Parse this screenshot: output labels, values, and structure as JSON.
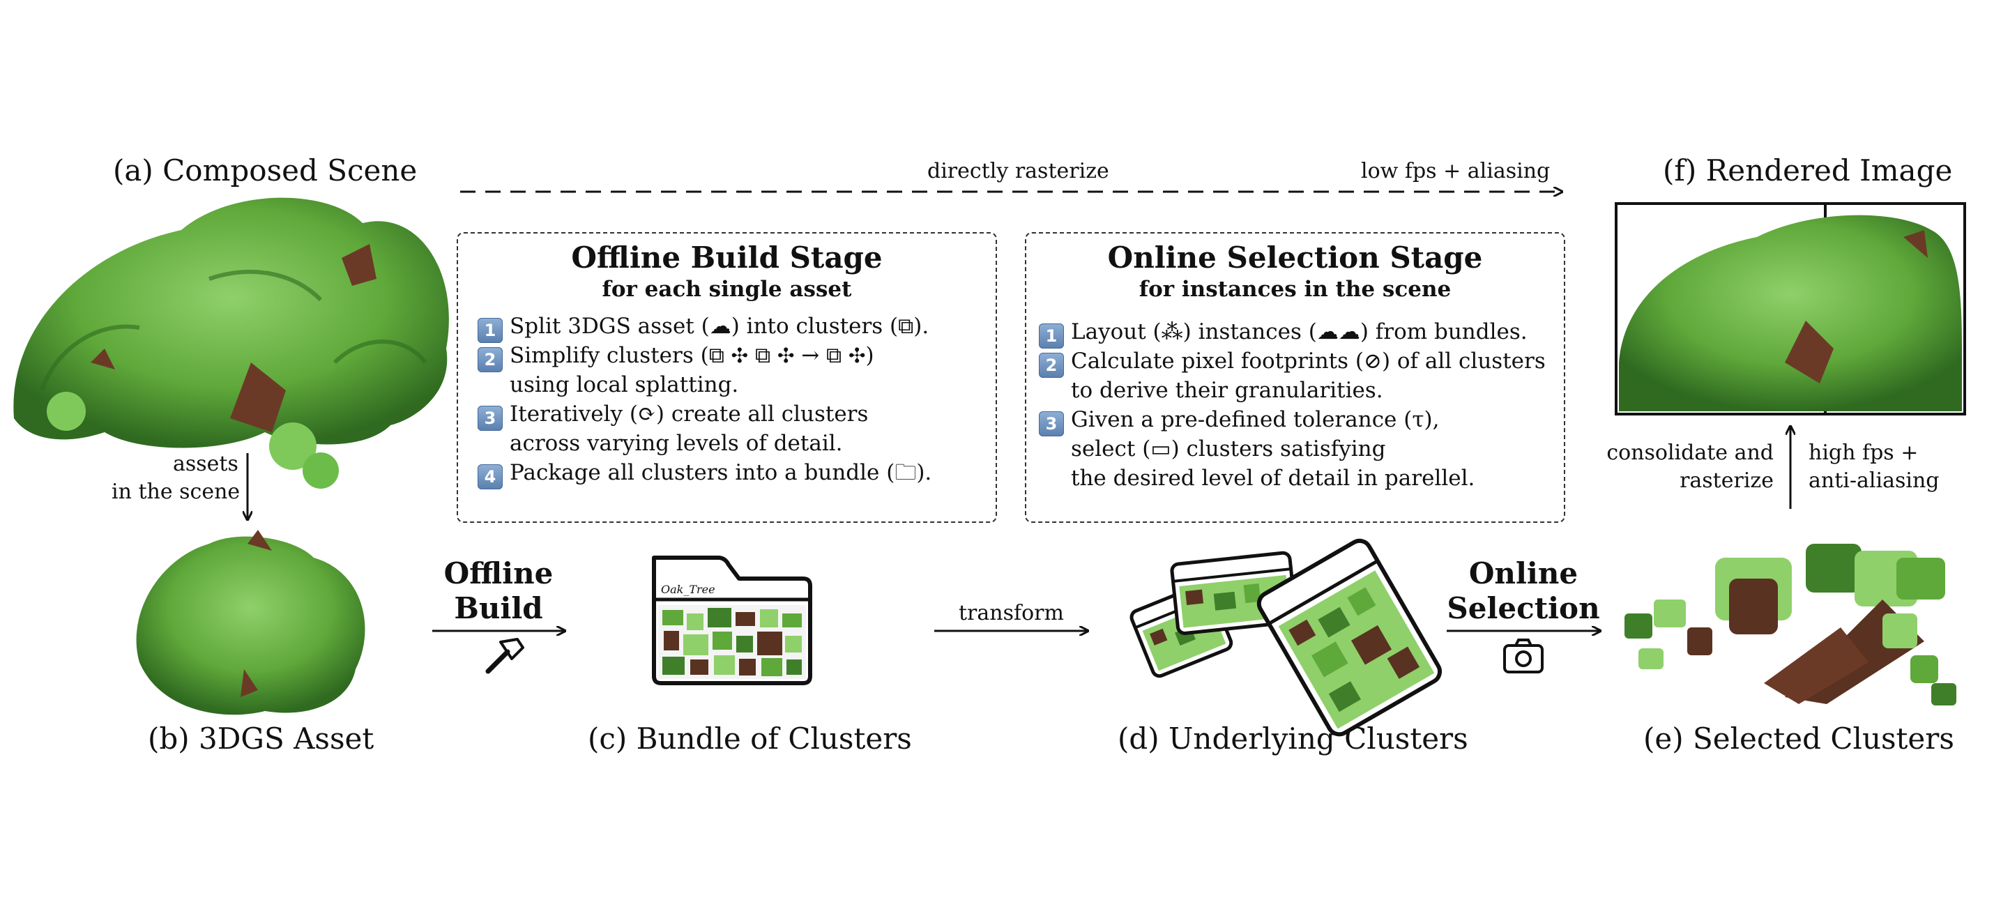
{
  "captions": {
    "a": "(a) Composed Scene",
    "b": "(b) 3DGS Asset",
    "c": "(c) Bundle of Clusters",
    "d": "(d) Underlying Clusters",
    "e": "(e) Selected Clusters",
    "f": "(f) Rendered Image"
  },
  "top_arrow": {
    "left_label": "directly rasterize",
    "right_label": "low fps + aliasing"
  },
  "offline": {
    "title": "Offline Build Stage",
    "subtitle": "for each single asset",
    "steps": [
      {
        "num": "1",
        "text": "Split 3DGS asset (☁) into clusters (⧉)."
      },
      {
        "num": "2",
        "text": "Simplify clusters (⧉ ✣ ⧉ ✣ → ⧉ ✣)"
      },
      {
        "num": "",
        "text": "using local splatting."
      },
      {
        "num": "3",
        "text": "Iteratively (⟳) create all clusters"
      },
      {
        "num": "",
        "text": "across varying levels of detail."
      },
      {
        "num": "4",
        "text": "Package all clusters into a bundle (🗀)."
      }
    ]
  },
  "online": {
    "title": "Online Selection Stage",
    "subtitle": "for instances in the scene",
    "steps": [
      {
        "num": "1",
        "text": "Layout (⁂) instances (☁☁) from bundles."
      },
      {
        "num": "2",
        "text": "Calculate pixel footprints (⊘) of all clusters"
      },
      {
        "num": "",
        "text": "to derive their granularities."
      },
      {
        "num": "3",
        "text": "Given a pre-defined tolerance (τ),"
      },
      {
        "num": "",
        "text": "select (▭) clusters satisfying"
      },
      {
        "num": "",
        "text": "the desired level of detail in parellel."
      }
    ]
  },
  "arrows": {
    "assets_line1": "assets",
    "assets_line2": "in the scene",
    "offline_build_line1": "Offline",
    "offline_build_line2": "Build",
    "transform": "transform",
    "online_selection_line1": "Online",
    "online_selection_line2": "Selection",
    "consolidate_line1": "consolidate and",
    "consolidate_line2": "rasterize",
    "highfps_line1": "high fps +",
    "highfps_line2": "anti-aliasing"
  },
  "folder_label": "Oak_Tree",
  "colors": {
    "leaf_dark": "#3f7f2a",
    "leaf_mid": "#5fa83a",
    "leaf_light": "#8fd06a",
    "trunk": "#5a3222",
    "badge": "#5a7fae"
  }
}
